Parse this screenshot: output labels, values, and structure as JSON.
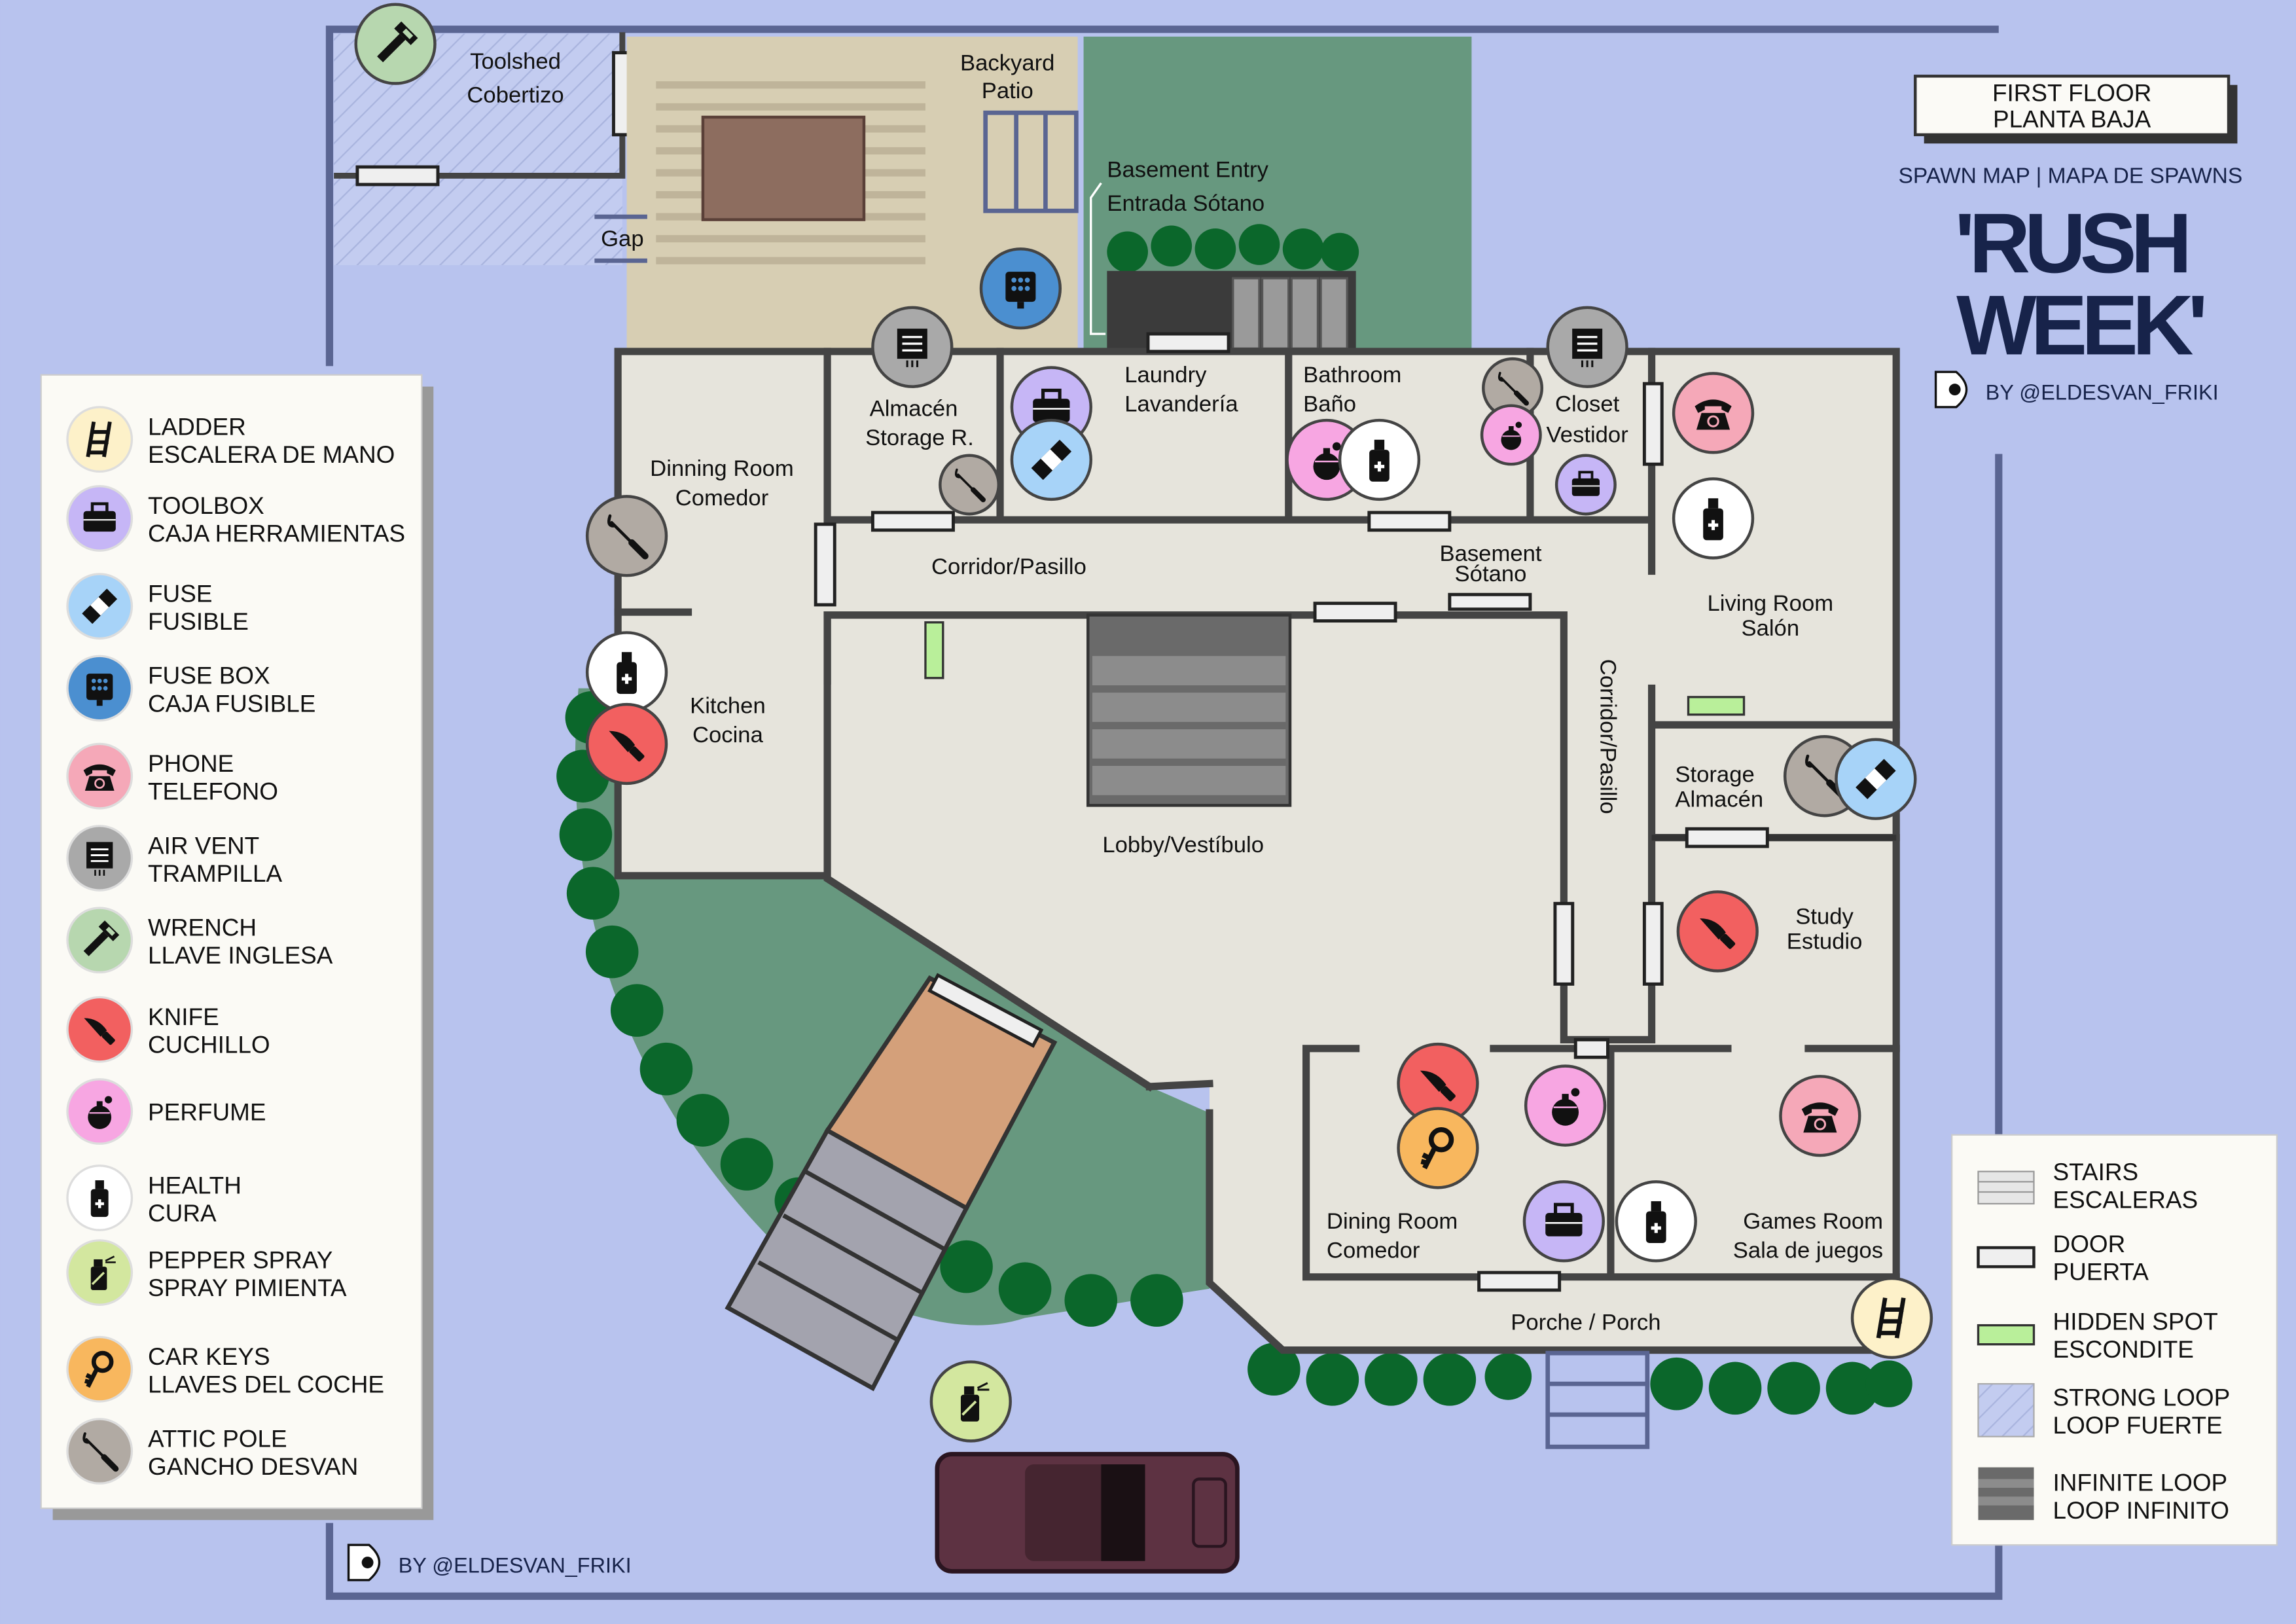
{
  "header": {
    "floor_en": "FIRST FLOOR",
    "floor_es": "PLANTA BAJA",
    "subtitle": "SPAWN MAP | MAPA DE SPAWNS",
    "title_line1": "'RUSH",
    "title_line2": "WEEK'",
    "credit": "BY @ELDESVAN_FRIKI"
  },
  "footer_credit": "BY @ELDESVAN_FRIKI",
  "rooms": {
    "toolshed": [
      "Toolshed",
      "Cobertizo"
    ],
    "patio": [
      "Backyard",
      "Patio"
    ],
    "basement_entry": [
      "Basement Entry",
      "Entrada Sótano"
    ],
    "gap": "Gap",
    "storage_r": [
      "Almacén",
      "Storage R."
    ],
    "laundry": [
      "Laundry",
      "Lavandería"
    ],
    "bathroom": [
      "Bathroom",
      "Baño"
    ],
    "closet": [
      "Closet",
      "Vestidor"
    ],
    "dinning_room": [
      "Dinning Room",
      "Comedor"
    ],
    "corridor_top": "Corridor/Pasillo",
    "basement": [
      "Basement",
      "Sótano"
    ],
    "living_room": [
      "Living Room",
      "Salón"
    ],
    "kitchen": [
      "Kitchen",
      "Cocina"
    ],
    "corridor_vertical": "Corridor/Pasillo",
    "storage": [
      "Storage",
      "Almacén"
    ],
    "lobby": "Lobby/Vestíbulo",
    "study": [
      "Study",
      "Estudio"
    ],
    "dining_room": [
      "Dining Room",
      "Comedor"
    ],
    "games_room": [
      "Games Room",
      "Sala de juegos"
    ],
    "porch": "Porche / Porch"
  },
  "legend_items": [
    {
      "key": "ladder",
      "en": "LADDER",
      "es": "ESCALERA DE MANO",
      "color": "#fdf1c9"
    },
    {
      "key": "toolbox",
      "en": "TOOLBOX",
      "es": "CAJA HERRAMIENTAS",
      "color": "#c6b6f6"
    },
    {
      "key": "fuse",
      "en": "FUSE",
      "es": "FUSIBLE",
      "color": "#a7d3f8"
    },
    {
      "key": "fusebox",
      "en": "FUSE BOX",
      "es": "CAJA FUSIBLE",
      "color": "#4b8fd0"
    },
    {
      "key": "phone",
      "en": "PHONE",
      "es": "TELEFONO",
      "color": "#f5a8b8"
    },
    {
      "key": "vent",
      "en": "AIR VENT",
      "es": "TRAMPILLA",
      "color": "#a9a9a9"
    },
    {
      "key": "wrench",
      "en": "WRENCH",
      "es": "LLAVE INGLESA",
      "color": "#b7d7af"
    },
    {
      "key": "knife",
      "en": "KNIFE",
      "es": "CUCHILLO",
      "color": "#f26060"
    },
    {
      "key": "perfume",
      "en": "PERFUME",
      "es": "",
      "color": "#f7a6e2"
    },
    {
      "key": "health",
      "en": "HEALTH",
      "es": "CURA",
      "color": "#ffffff"
    },
    {
      "key": "spray",
      "en": "PEPPER SPRAY",
      "es": "SPRAY PIMIENTA",
      "color": "#d3e79f"
    },
    {
      "key": "keys",
      "en": "CAR KEYS",
      "es": "LLAVES DEL COCHE",
      "color": "#f8b75e"
    },
    {
      "key": "pole",
      "en": "ATTIC POLE",
      "es": "GANCHO DESVAN",
      "color": "#b1aaa3"
    }
  ],
  "map_legend": [
    {
      "key": "stairs",
      "en": "STAIRS",
      "es": "ESCALERAS"
    },
    {
      "key": "door",
      "en": "DOOR",
      "es": "PUERTA"
    },
    {
      "key": "hidden",
      "en": "HIDDEN SPOT",
      "es": "ESCONDITE"
    },
    {
      "key": "strong",
      "en": "STRONG LOOP",
      "es": "LOOP FUERTE"
    },
    {
      "key": "infinite",
      "en": "INFINITE LOOP",
      "es": "LOOP INFINITO"
    }
  ],
  "colors": {
    "background": "#b8c3ee",
    "floor": "#e6e4dc",
    "garden": "#67987f",
    "hedge": "#0b672b",
    "car": "#5d3242",
    "navy": "#17234a"
  }
}
